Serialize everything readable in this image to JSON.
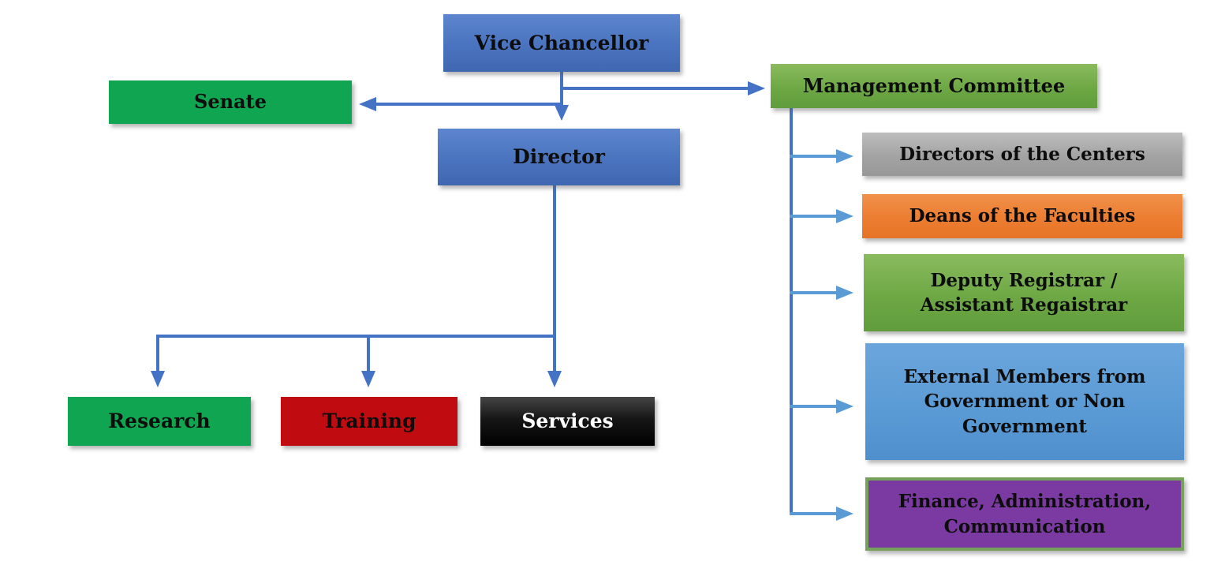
{
  "diagram": {
    "type": "org-chart",
    "background": "#ffffff",
    "nodes": {
      "vice_chancellor": {
        "label": "Vice Chancellor",
        "fill": "#4472c4",
        "text_color": "#000000"
      },
      "senate": {
        "label": "Senate",
        "fill": "#10a551",
        "text_color": "#000000"
      },
      "management_committee": {
        "label": "Management Committee",
        "fill": "#70ad47",
        "text_color": "#000000"
      },
      "director": {
        "label": "Director",
        "fill": "#4472c4",
        "text_color": "#000000"
      },
      "research": {
        "label": "Research",
        "fill": "#10a551",
        "text_color": "#000000"
      },
      "training": {
        "label": "Training",
        "fill": "#c00b10",
        "text_color": "#000000"
      },
      "services": {
        "label": "Services",
        "fill": "#000000",
        "text_color": "#ffffff"
      },
      "directors_centers": {
        "label": "Directors of the Centers",
        "fill": "#a6a6a6",
        "text_color": "#000000"
      },
      "deans_faculties": {
        "label": "Deans of the Faculties",
        "fill": "#ed7d31",
        "text_color": "#000000"
      },
      "deputy_registrar": {
        "label": "Deputy Registrar /\nAssistant Regaistrar",
        "fill": "#70ad47",
        "text_color": "#000000"
      },
      "external_members": {
        "label": "External Members from\nGovernment or Non\nGovernment",
        "fill": "#5b9bd5",
        "text_color": "#000000"
      },
      "finance_admin": {
        "label": "Finance, Administration,\nCommunication",
        "fill": "#7b3aa1",
        "border_color": "#76a15a",
        "text_color": "#000000"
      }
    },
    "edges": [
      {
        "from": "vice_chancellor",
        "to": "director",
        "style": "arrow",
        "color": "#4472c4"
      },
      {
        "from": "vice_chancellor",
        "to": "senate",
        "style": "arrow",
        "color": "#4472c4"
      },
      {
        "from": "vice_chancellor",
        "to": "management_committee",
        "style": "arrow",
        "color": "#4472c4"
      },
      {
        "from": "director",
        "to": "research",
        "style": "arrow",
        "color": "#4472c4"
      },
      {
        "from": "director",
        "to": "training",
        "style": "arrow",
        "color": "#4472c4"
      },
      {
        "from": "director",
        "to": "services",
        "style": "arrow",
        "color": "#4472c4"
      },
      {
        "from": "management_committee",
        "to": "directors_centers",
        "style": "arrow",
        "color": "#5b9bd5"
      },
      {
        "from": "management_committee",
        "to": "deans_faculties",
        "style": "arrow",
        "color": "#5b9bd5"
      },
      {
        "from": "management_committee",
        "to": "deputy_registrar",
        "style": "arrow",
        "color": "#5b9bd5"
      },
      {
        "from": "management_committee",
        "to": "external_members",
        "style": "arrow",
        "color": "#5b9bd5"
      },
      {
        "from": "management_committee",
        "to": "finance_admin",
        "style": "arrow",
        "color": "#5b9bd5"
      }
    ],
    "colors": {
      "main_connector": "#4472c4",
      "branch_connector": "#5b9bd5"
    }
  }
}
